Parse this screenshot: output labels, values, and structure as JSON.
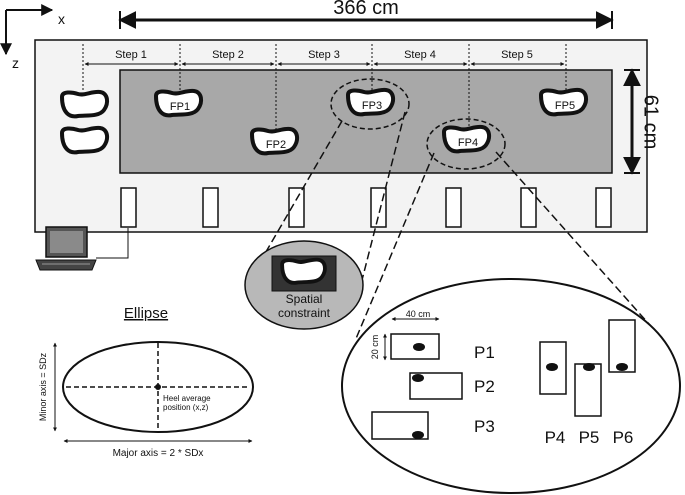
{
  "axes": {
    "x_label": "x",
    "z_label": "z"
  },
  "dimensions": {
    "length": "366 cm",
    "width": "61 cm"
  },
  "steps": [
    "Step 1",
    "Step 2",
    "Step 3",
    "Step 4",
    "Step 5"
  ],
  "footprints": [
    "FP1",
    "FP2",
    "FP3",
    "FP4",
    "FP5"
  ],
  "spatial_constraint": {
    "line1": "Spatial",
    "line2": "constraint"
  },
  "ellipse_panel": {
    "title": "Ellipse",
    "minor_axis": "Minor axis = SDz",
    "major_axis": "Major axis = 2 * SDx",
    "heel_line1": "Heel average",
    "heel_line2": "position (x,z)"
  },
  "detail": {
    "width_label": "40 cm",
    "height_label": "20 cm",
    "positions": [
      "P1",
      "P2",
      "P3",
      "P4",
      "P5",
      "P6"
    ]
  }
}
